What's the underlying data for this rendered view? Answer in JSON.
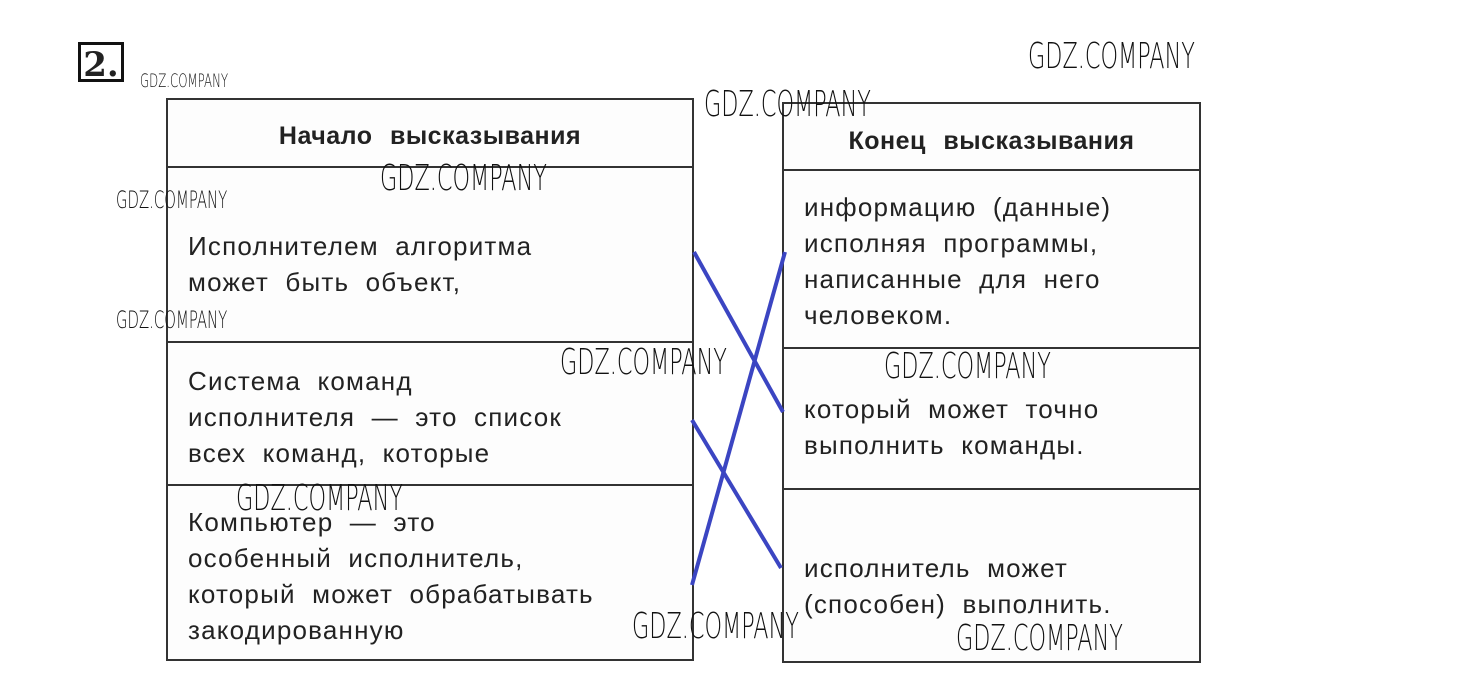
{
  "exercise_number": "2.",
  "watermark": "GDZ.COMPANY",
  "left_table": {
    "header": "Начало высказывания",
    "rows": [
      [
        "Исполнителем алгоритма",
        "может быть объект,"
      ],
      [
        "Система команд",
        "исполнителя — это список",
        "всех команд, которые"
      ],
      [
        "Компьютер — это",
        "особенный исполнитель,",
        "который может обрабатывать",
        "закодированную"
      ]
    ]
  },
  "right_table": {
    "header": "Конец высказывания",
    "rows": [
      [
        "информацию (данные)",
        "исполняя программы,",
        "написанные для него",
        "человеком."
      ],
      [
        "который может точно",
        "выполнить команды."
      ],
      [
        "исполнитель может",
        "(способен) выполнить."
      ]
    ]
  },
  "connections": [
    {
      "from_left_row": 1,
      "to_right_row": 2
    },
    {
      "from_left_row": 2,
      "to_right_row": 3
    },
    {
      "from_left_row": 3,
      "to_right_row": 1
    }
  ],
  "line_color": "#3b45c2"
}
